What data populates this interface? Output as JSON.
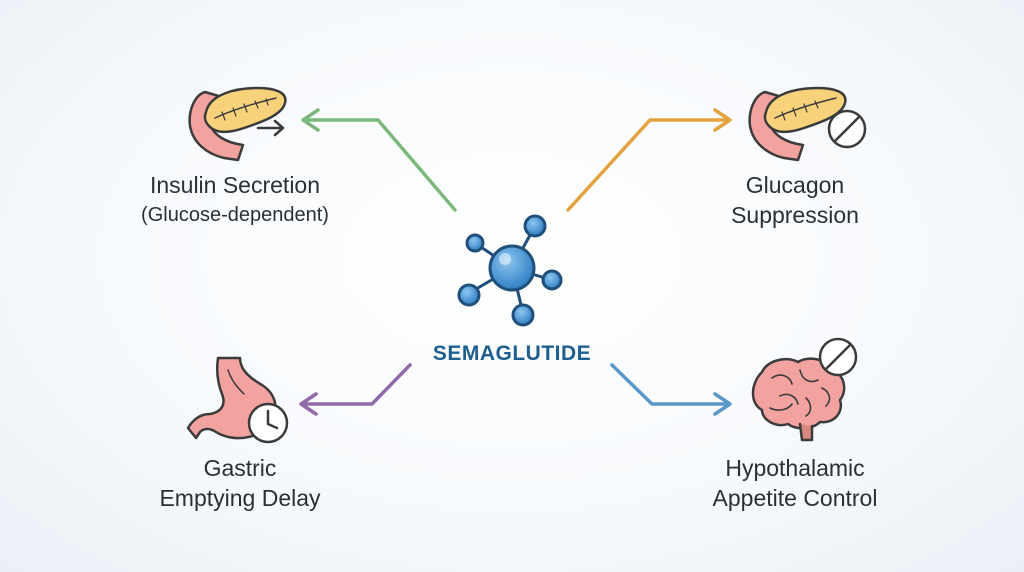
{
  "center": {
    "title": "SEMAGLUTIDE"
  },
  "effects": {
    "insulin": {
      "line1": "Insulin Secretion",
      "line2": "(Glucose-dependent)",
      "icon": "pancreas-secretion-icon",
      "color": "#7cb87a"
    },
    "glucagon": {
      "line1": "Glucagon",
      "line2": "Suppression",
      "icon": "pancreas-blocked-icon",
      "color": "#e3a240"
    },
    "gastric": {
      "line1": "Gastric",
      "line2": "Emptying Delay",
      "icon": "stomach-clock-icon",
      "color": "#8e6aa8"
    },
    "hypothalamic": {
      "line1": "Hypothalamic",
      "line2": "Appetite Control",
      "icon": "brain-blocked-icon",
      "color": "#5a98c8"
    }
  },
  "colors": {
    "molecule": "#3a86c8",
    "molecule_stroke": "#1f4f7a",
    "organ_pink": "#f2a3a0",
    "pancreas_yellow": "#f8d27a",
    "outline": "#3b3b3b"
  }
}
